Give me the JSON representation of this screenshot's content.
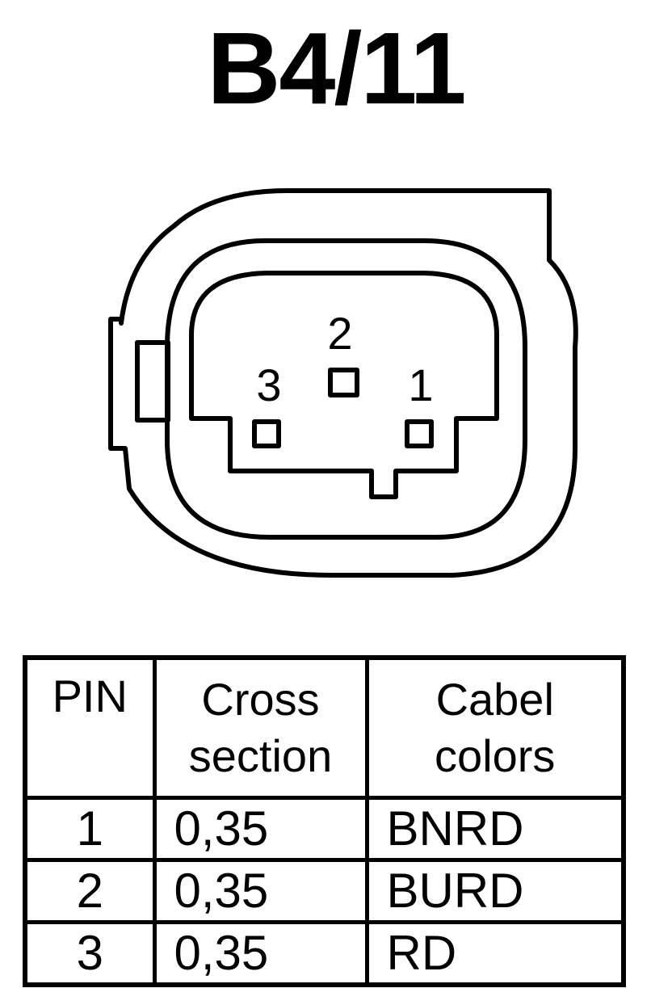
{
  "title": "B4/11",
  "connector": {
    "pins": [
      {
        "number": "1"
      },
      {
        "number": "2"
      },
      {
        "number": "3"
      }
    ]
  },
  "table": {
    "headers": {
      "pin": "PIN",
      "cross_section": [
        "Cross",
        "section"
      ],
      "cable_colors": [
        "Cabel",
        "colors"
      ]
    },
    "rows": [
      {
        "pin": "1",
        "cross_section": "0,35",
        "color": "BNRD"
      },
      {
        "pin": "2",
        "cross_section": "0,35",
        "color": "BURD"
      },
      {
        "pin": "3",
        "cross_section": "0,35",
        "color": "RD"
      }
    ]
  }
}
